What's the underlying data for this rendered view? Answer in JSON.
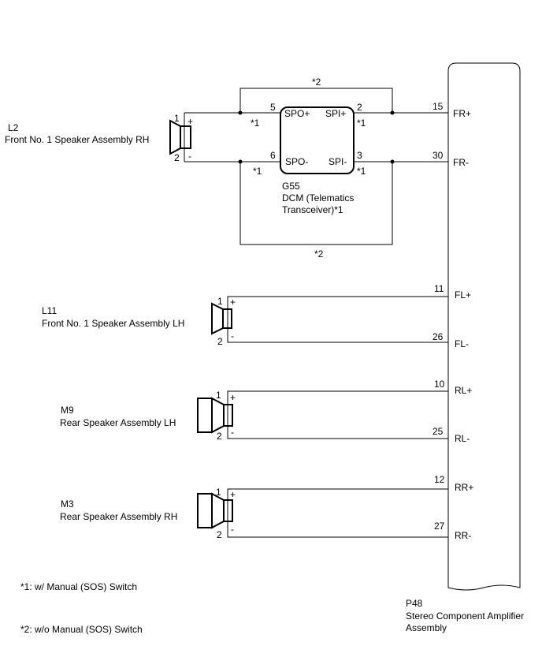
{
  "colors": {
    "line": "#000000",
    "background": "#ffffff"
  },
  "amplifier": {
    "code": "P48",
    "name_line1": "Stereo Component Amplifier",
    "name_line2": "Assembly",
    "terminals": [
      {
        "pin": "15",
        "signal": "FR+"
      },
      {
        "pin": "30",
        "signal": "FR-"
      },
      {
        "pin": "11",
        "signal": "FL+"
      },
      {
        "pin": "26",
        "signal": "FL-"
      },
      {
        "pin": "10",
        "signal": "RL+"
      },
      {
        "pin": "25",
        "signal": "RL-"
      },
      {
        "pin": "12",
        "signal": "RR+"
      },
      {
        "pin": "27",
        "signal": "RR-"
      }
    ]
  },
  "dcm": {
    "code": "G55",
    "name_line1": "DCM (Telematics",
    "name_line2": "Transceiver)*1",
    "pins": [
      {
        "pin": "5",
        "signal": "SPO+"
      },
      {
        "pin": "2",
        "signal": "SPI+"
      },
      {
        "pin": "6",
        "signal": "SPO-"
      },
      {
        "pin": "3",
        "signal": "SPI-"
      }
    ],
    "marks": {
      "note1": "*1",
      "note2": "*2"
    }
  },
  "speakers": [
    {
      "code": "L2",
      "name": "Front No. 1 Speaker Assembly RH",
      "pin_pos": "1",
      "pin_neg": "2",
      "plus": "+",
      "minus": "-"
    },
    {
      "code": "L11",
      "name": "Front No. 1 Speaker Assembly LH",
      "pin_pos": "1",
      "pin_neg": "2",
      "plus": "+",
      "minus": "-"
    },
    {
      "code": "M9",
      "name": "Rear Speaker Assembly LH",
      "pin_pos": "1",
      "pin_neg": "2",
      "plus": "+",
      "minus": "-"
    },
    {
      "code": "M3",
      "name": "Rear Speaker Assembly RH",
      "pin_pos": "1",
      "pin_neg": "2",
      "plus": "+",
      "minus": "-"
    }
  ],
  "notes": [
    "*1: w/ Manual (SOS) Switch",
    "*2: w/o Manual (SOS) Switch"
  ]
}
